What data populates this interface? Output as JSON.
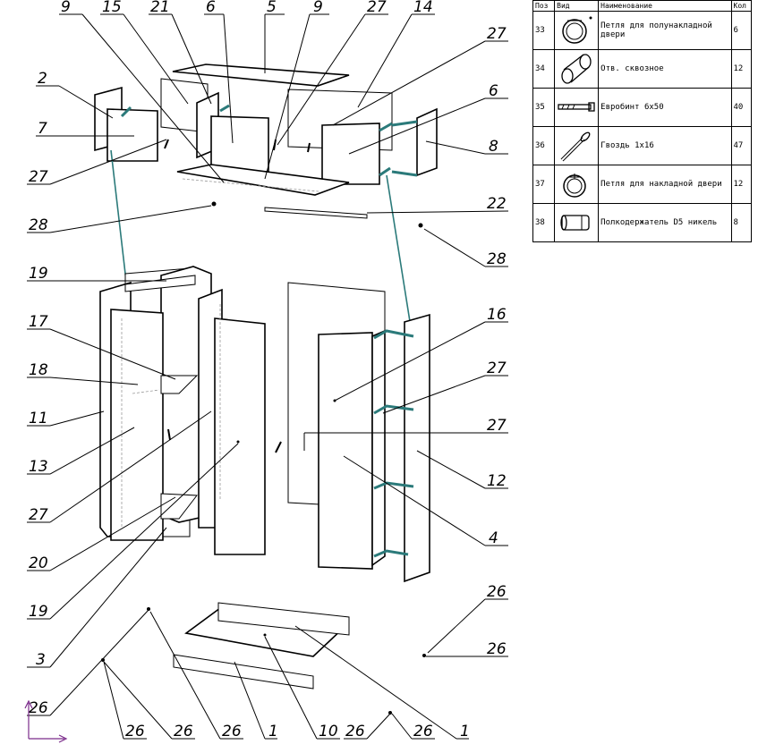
{
  "table": {
    "headers": {
      "pos": "Поз",
      "view": "Вид",
      "name": "Наименование",
      "qty": "Кол"
    },
    "rows": [
      {
        "pos": "33",
        "icon": "half-overlay-hinge-icon",
        "name": "Петля для полунакладной двери",
        "qty": "6"
      },
      {
        "pos": "34",
        "icon": "through-hole-icon",
        "name": "Отв. сквозное",
        "qty": "12"
      },
      {
        "pos": "35",
        "icon": "eurobolt-icon",
        "name": "Евробинт 6х50",
        "qty": "40"
      },
      {
        "pos": "36",
        "icon": "nail-icon",
        "name": "Гвоздь 1х16",
        "qty": "47"
      },
      {
        "pos": "37",
        "icon": "overlay-hinge-icon",
        "name": "Петля для накладной двери",
        "qty": "12"
      },
      {
        "pos": "38",
        "icon": "shelf-support-icon",
        "name": "Полкодержатель D5 никель",
        "qty": "8"
      }
    ]
  },
  "callouts": [
    {
      "id": "c9a",
      "text": "9"
    },
    {
      "id": "c15",
      "text": "15"
    },
    {
      "id": "c21",
      "text": "21"
    },
    {
      "id": "c6a",
      "text": "6"
    },
    {
      "id": "c5",
      "text": "5"
    },
    {
      "id": "c9b",
      "text": "9"
    },
    {
      "id": "c27a",
      "text": "27"
    },
    {
      "id": "c14",
      "text": "14"
    },
    {
      "id": "c2",
      "text": "2"
    },
    {
      "id": "c27b",
      "text": "27"
    },
    {
      "id": "c6b",
      "text": "6"
    },
    {
      "id": "c7",
      "text": "7"
    },
    {
      "id": "c8",
      "text": "8"
    },
    {
      "id": "c27c",
      "text": "27"
    },
    {
      "id": "c22",
      "text": "22"
    },
    {
      "id": "c28a",
      "text": "28"
    },
    {
      "id": "c28b",
      "text": "28"
    },
    {
      "id": "c19a",
      "text": "19"
    },
    {
      "id": "c16",
      "text": "16"
    },
    {
      "id": "c17",
      "text": "17"
    },
    {
      "id": "c27d",
      "text": "27"
    },
    {
      "id": "c18",
      "text": "18"
    },
    {
      "id": "c27e",
      "text": "27"
    },
    {
      "id": "c11",
      "text": "11"
    },
    {
      "id": "c12",
      "text": "12"
    },
    {
      "id": "c13",
      "text": "13"
    },
    {
      "id": "c27f",
      "text": "27"
    },
    {
      "id": "c4",
      "text": "4"
    },
    {
      "id": "c20",
      "text": "20"
    },
    {
      "id": "c19b",
      "text": "19"
    },
    {
      "id": "c26a",
      "text": "26"
    },
    {
      "id": "c3",
      "text": "3"
    },
    {
      "id": "c26b",
      "text": "26"
    },
    {
      "id": "c26c",
      "text": "26"
    },
    {
      "id": "c26d",
      "text": "26"
    },
    {
      "id": "c26e",
      "text": "26"
    },
    {
      "id": "c26f",
      "text": "26"
    },
    {
      "id": "c1a",
      "text": "1"
    },
    {
      "id": "c10",
      "text": "10"
    },
    {
      "id": "c26g",
      "text": "26"
    },
    {
      "id": "c26h",
      "text": "26"
    },
    {
      "id": "c1b",
      "text": "1"
    }
  ],
  "colors": {
    "hinge": "#2b7a7a",
    "line": "#000000",
    "axis": "#7a2b8a"
  }
}
